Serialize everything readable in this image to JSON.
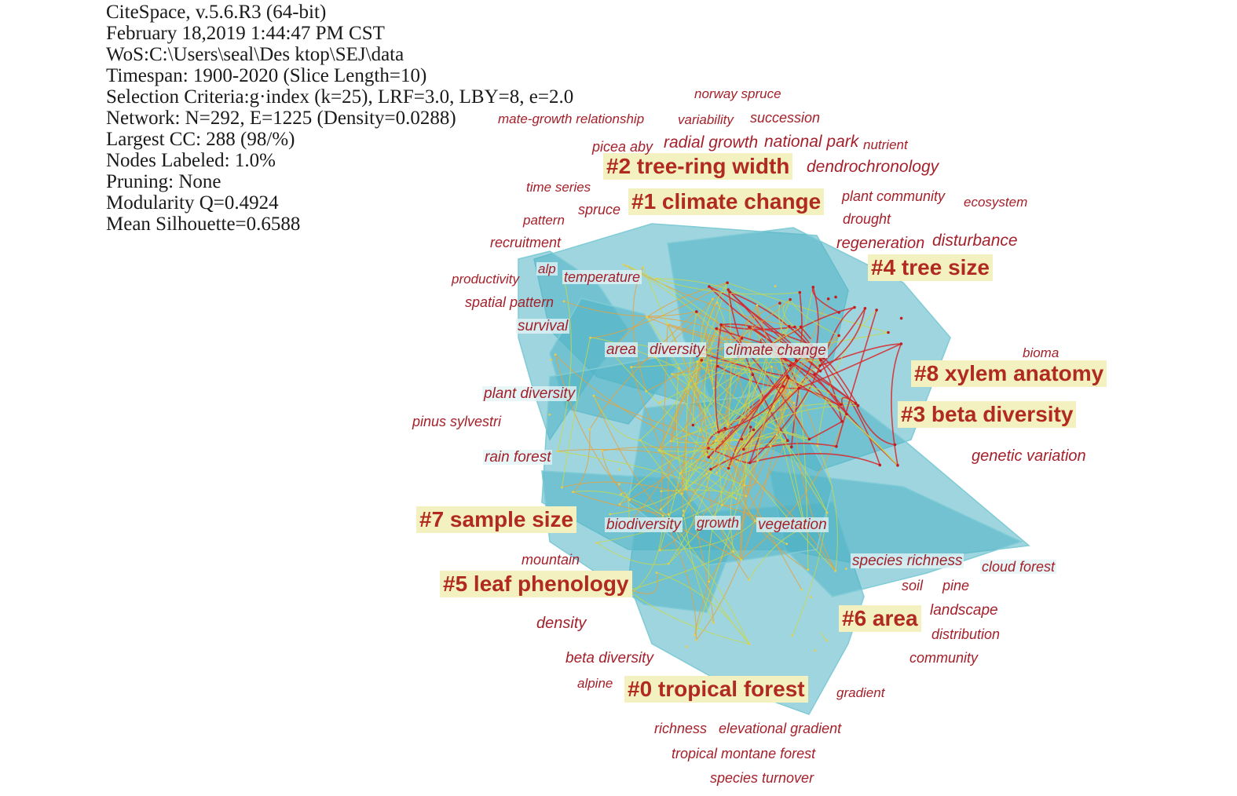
{
  "info": [
    "CiteSpace, v.5.6.R3 (64-bit)",
    "February 18,2019 1:44:47 PM CST",
    "WoS:C:\\Users\\seal\\Des ktop\\SEJ\\data",
    "Timespan: 1900-2020 (Slice Length=10)",
    "Selection Criteria:g·index (k=25), LRF=3.0, LBY=8, e=2.0",
    "Network: N=292, E=1225 (Density=0.0288)",
    "Largest CC: 288 (98/%)",
    "Nodes Labeled: 1.0%",
    "Pruning: None",
    "Modularity Q=0.4924",
    "Mean Silhouette=0.6588"
  ],
  "colors": {
    "cluster_fill": "#4fb3c4",
    "cluster_label_bg": "#f3f1bf",
    "label_text": "#a4202a",
    "edge_recent": "#d8262a",
    "edge_mid": "#e6a23c",
    "edge_old": "#c8d84a"
  },
  "clusters": [
    {
      "id": "c2",
      "label": "#2 tree-ring width"
    },
    {
      "id": "c1",
      "label": "#1 climate change"
    },
    {
      "id": "c4",
      "label": "#4 tree size"
    },
    {
      "id": "c8",
      "label": "#8 xylem anatomy"
    },
    {
      "id": "c3",
      "label": "#3 beta diversity"
    },
    {
      "id": "c7",
      "label": "#7 sample size"
    },
    {
      "id": "c5",
      "label": "#5 leaf phenology"
    },
    {
      "id": "c6",
      "label": "#6 area"
    },
    {
      "id": "c0",
      "label": "#0 tropical forest"
    }
  ],
  "keywords": [
    {
      "id": "k01",
      "text": "norway spruce"
    },
    {
      "id": "k02",
      "text": "mate-growth relationship"
    },
    {
      "id": "k03",
      "text": "variability"
    },
    {
      "id": "k04",
      "text": "succession"
    },
    {
      "id": "k05",
      "text": "picea aby"
    },
    {
      "id": "k06",
      "text": "radial growth"
    },
    {
      "id": "k07",
      "text": "national park"
    },
    {
      "id": "k08",
      "text": "nutrient"
    },
    {
      "id": "k09",
      "text": "dendrochronology"
    },
    {
      "id": "k10",
      "text": "time series"
    },
    {
      "id": "k11",
      "text": "spruce"
    },
    {
      "id": "k12",
      "text": "plant community"
    },
    {
      "id": "k13",
      "text": "ecosystem"
    },
    {
      "id": "k14",
      "text": "pattern"
    },
    {
      "id": "k15",
      "text": "drought"
    },
    {
      "id": "k16",
      "text": "recruitment"
    },
    {
      "id": "k17",
      "text": "regeneration"
    },
    {
      "id": "k18",
      "text": "disturbance"
    },
    {
      "id": "k19",
      "text": "productivity"
    },
    {
      "id": "k20",
      "text": "alp"
    },
    {
      "id": "k21",
      "text": "temperature"
    },
    {
      "id": "k22",
      "text": "spatial pattern"
    },
    {
      "id": "k23",
      "text": "survival"
    },
    {
      "id": "k24",
      "text": "area"
    },
    {
      "id": "k25",
      "text": "diversity"
    },
    {
      "id": "k26",
      "text": "climate change"
    },
    {
      "id": "k27",
      "text": "bioma"
    },
    {
      "id": "k28",
      "text": "plant diversity"
    },
    {
      "id": "k29",
      "text": "pinus sylvestri"
    },
    {
      "id": "k30",
      "text": "genetic variation"
    },
    {
      "id": "k31",
      "text": "rain forest"
    },
    {
      "id": "k32",
      "text": "biodiversity"
    },
    {
      "id": "k33",
      "text": "growth"
    },
    {
      "id": "k34",
      "text": "vegetation"
    },
    {
      "id": "k35",
      "text": "mountain"
    },
    {
      "id": "k36",
      "text": "species richness"
    },
    {
      "id": "k37",
      "text": "cloud forest"
    },
    {
      "id": "k38",
      "text": "soil"
    },
    {
      "id": "k39",
      "text": "pine"
    },
    {
      "id": "k40",
      "text": "landscape"
    },
    {
      "id": "k41",
      "text": "density"
    },
    {
      "id": "k42",
      "text": "distribution"
    },
    {
      "id": "k43",
      "text": "beta diversity"
    },
    {
      "id": "k44",
      "text": "community"
    },
    {
      "id": "k45",
      "text": "alpine"
    },
    {
      "id": "k46",
      "text": "gradient"
    },
    {
      "id": "k47",
      "text": "richness"
    },
    {
      "id": "k48",
      "text": "elevational gradient"
    },
    {
      "id": "k49",
      "text": "tropical montane forest"
    },
    {
      "id": "k50",
      "text": "species turnover"
    }
  ]
}
